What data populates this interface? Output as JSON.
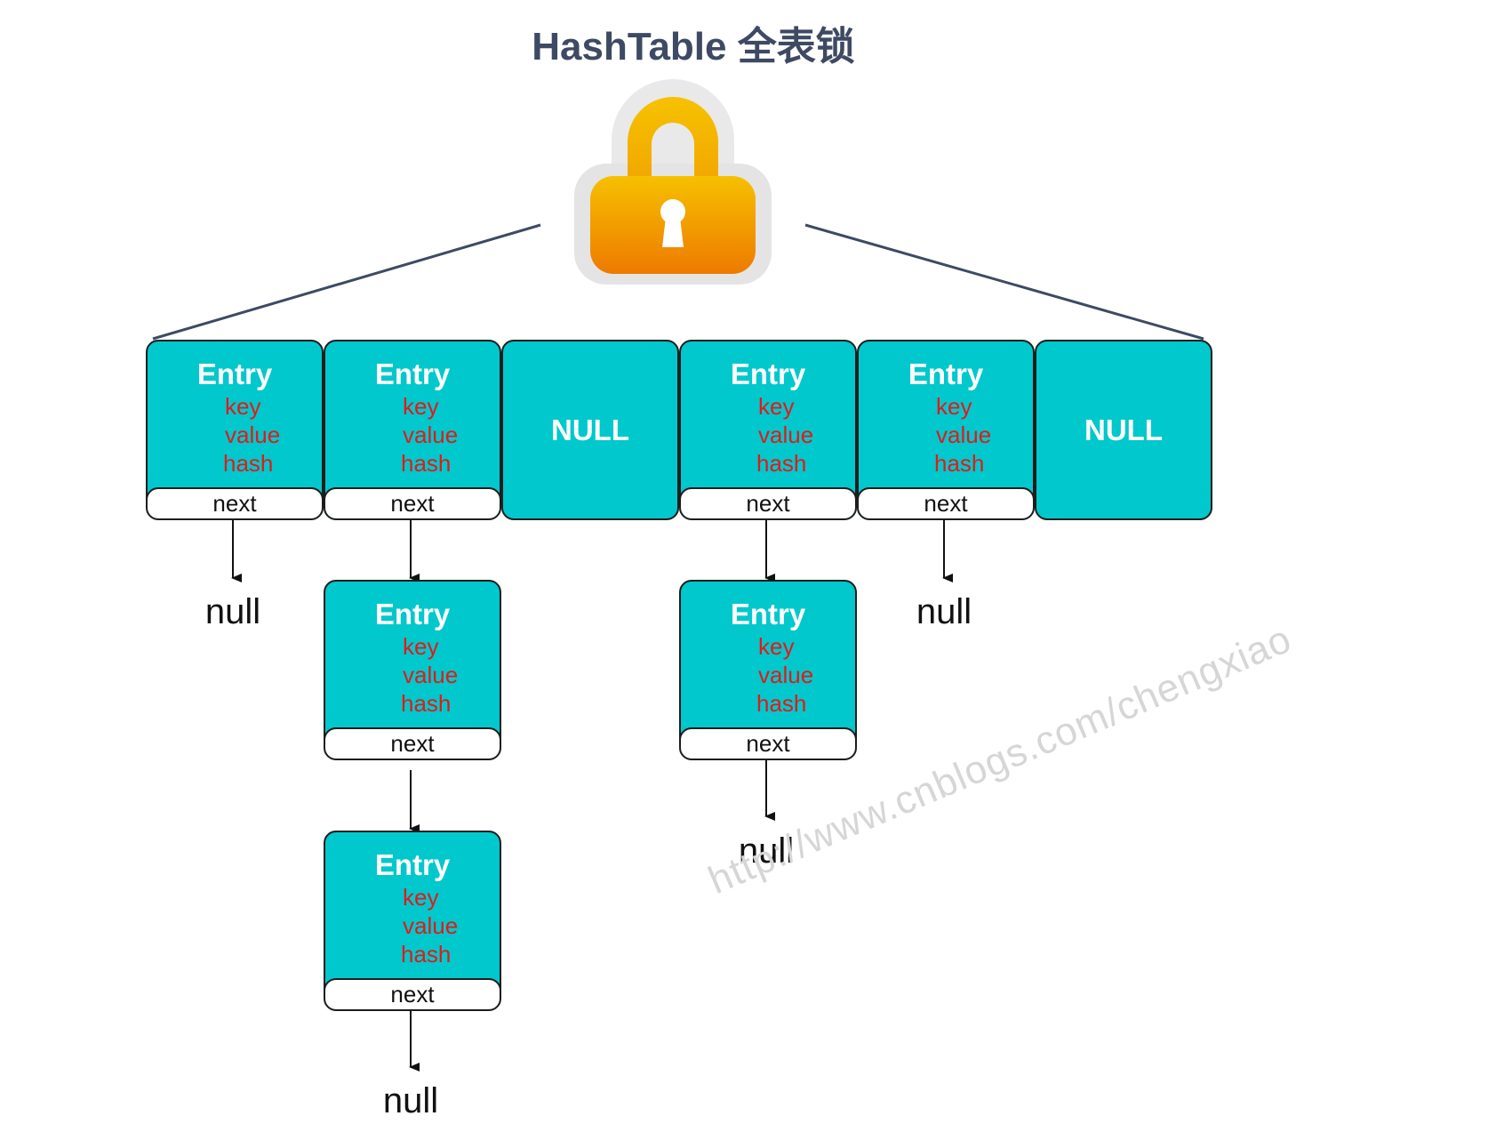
{
  "title": "HashTable 全表锁",
  "watermark": "http://www.cnblogs.com/chengxiao",
  "lock_icon": "lock-icon",
  "colors": {
    "cell_fill": "#00c8cc",
    "field_text": "#e01b1b",
    "title_text": "#3e4a63",
    "lock_top": "#f6c000",
    "lock_bottom": "#ee7a00"
  },
  "table_row": [
    {
      "type": "entry",
      "title": "Entry",
      "key": "key",
      "value": "value",
      "hash": "hash",
      "next": "next"
    },
    {
      "type": "entry",
      "title": "Entry",
      "key": "key",
      "value": "value",
      "hash": "hash",
      "next": "next"
    },
    {
      "type": "null",
      "label": "NULL"
    },
    {
      "type": "entry",
      "title": "Entry",
      "key": "key",
      "value": "value",
      "hash": "hash",
      "next": "next"
    },
    {
      "type": "entry",
      "title": "Entry",
      "key": "key",
      "value": "value",
      "hash": "hash",
      "next": "next"
    },
    {
      "type": "null",
      "label": "NULL"
    }
  ],
  "chains": {
    "bucket_1": [
      {
        "title": "Entry",
        "key": "key",
        "value": "value",
        "hash": "hash",
        "next": "next"
      },
      {
        "title": "Entry",
        "key": "key",
        "value": "value",
        "hash": "hash",
        "next": "next"
      }
    ],
    "bucket_3": [
      {
        "title": "Entry",
        "key": "key",
        "value": "value",
        "hash": "hash",
        "next": "next"
      }
    ]
  },
  "terminators": {
    "bucket_0": "null",
    "bucket_1": "null",
    "bucket_3": "null",
    "bucket_4": "null"
  }
}
